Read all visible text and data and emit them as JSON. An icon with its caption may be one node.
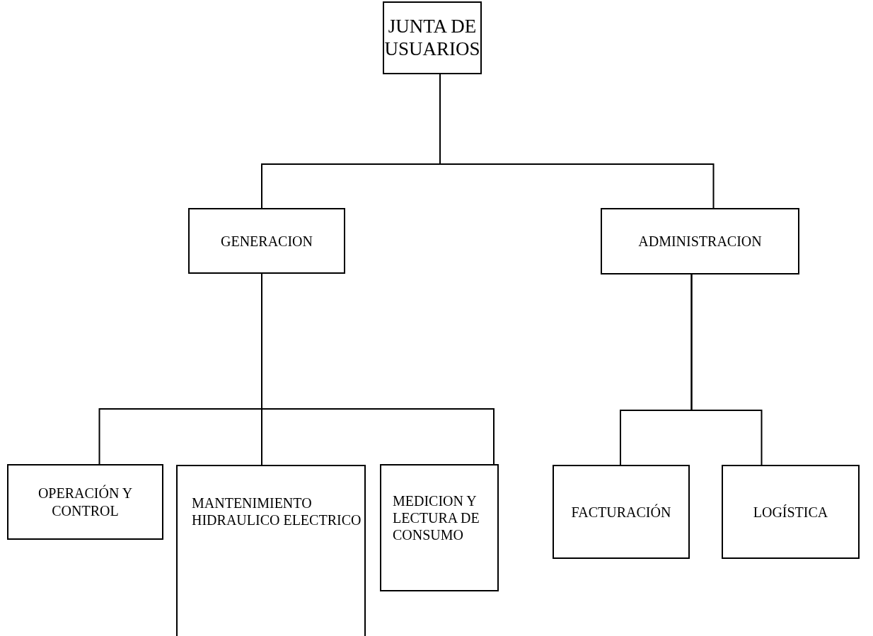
{
  "diagram": {
    "nodes": [
      {
        "text": [
          "JUNTA DE USUARIOS"
        ]
      },
      {
        "text": [
          "GENERACION"
        ]
      },
      {
        "text": [
          "ADMINISTRACION"
        ]
      },
      {
        "text": [
          "OPERACIÓN Y CONTROL"
        ]
      },
      {
        "text": [
          "MANTENIMIENTO HIDRAULICO ELECTRICO"
        ]
      },
      {
        "text": [
          "MEDICION Y LECTURA DE CONSUMO"
        ]
      },
      {
        "text": [
          "FACTURACIÓN"
        ]
      },
      {
        "text": [
          "LOGÍSTICA"
        ]
      }
    ],
    "edges": [
      {
        "from": 0,
        "to": 1,
        "arrow": "none"
      },
      {
        "from": 0,
        "to": 2,
        "arrow": "none"
      },
      {
        "from": 1,
        "to": 3,
        "arrow": "none"
      },
      {
        "from": 1,
        "to": 4,
        "arrow": "none"
      },
      {
        "from": 1,
        "to": 5,
        "arrow": "none"
      },
      {
        "from": 2,
        "to": 6,
        "arrow": "none"
      },
      {
        "from": 2,
        "to": 7,
        "arrow": "none"
      }
    ]
  }
}
